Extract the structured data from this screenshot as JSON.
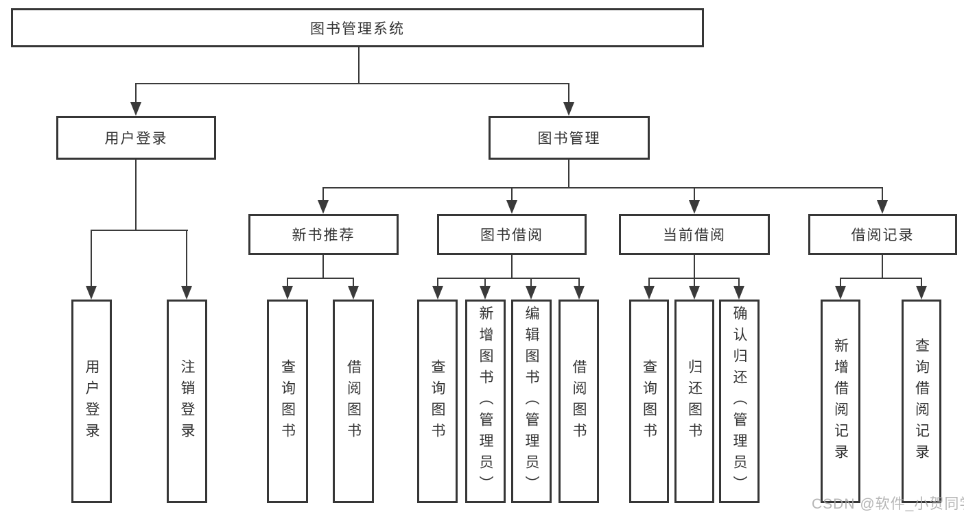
{
  "diagram": {
    "type": "tree",
    "orientation": "top-down",
    "colors": {
      "line": "#3a3a3a",
      "box_border": "#363636",
      "box_fill": "#ffffff",
      "text": "#333333",
      "background": "#ffffff",
      "watermark": "#a9a9a9"
    },
    "watermark": "CSDN @软件_小贺同学",
    "tree": {
      "label": "图书管理系统",
      "children": [
        {
          "label": "用户登录",
          "children": [
            {
              "label": "用户登录"
            },
            {
              "label": "注销登录"
            }
          ]
        },
        {
          "label": "图书管理",
          "children": [
            {
              "label": "新书推荐",
              "children": [
                {
                  "label": "查询图书"
                },
                {
                  "label": "借阅图书"
                }
              ]
            },
            {
              "label": "图书借阅",
              "children": [
                {
                  "label": "查询图书"
                },
                {
                  "label": "新增图书（管理员）"
                },
                {
                  "label": "编辑图书（管理员）"
                },
                {
                  "label": "借阅图书"
                }
              ]
            },
            {
              "label": "当前借阅",
              "children": [
                {
                  "label": "查询图书"
                },
                {
                  "label": "归还图书"
                },
                {
                  "label": "确认归还（管理员）"
                }
              ]
            },
            {
              "label": "借阅记录",
              "children": [
                {
                  "label": "新增借阅记录"
                },
                {
                  "label": "查询借阅记录"
                }
              ]
            }
          ]
        }
      ]
    }
  }
}
